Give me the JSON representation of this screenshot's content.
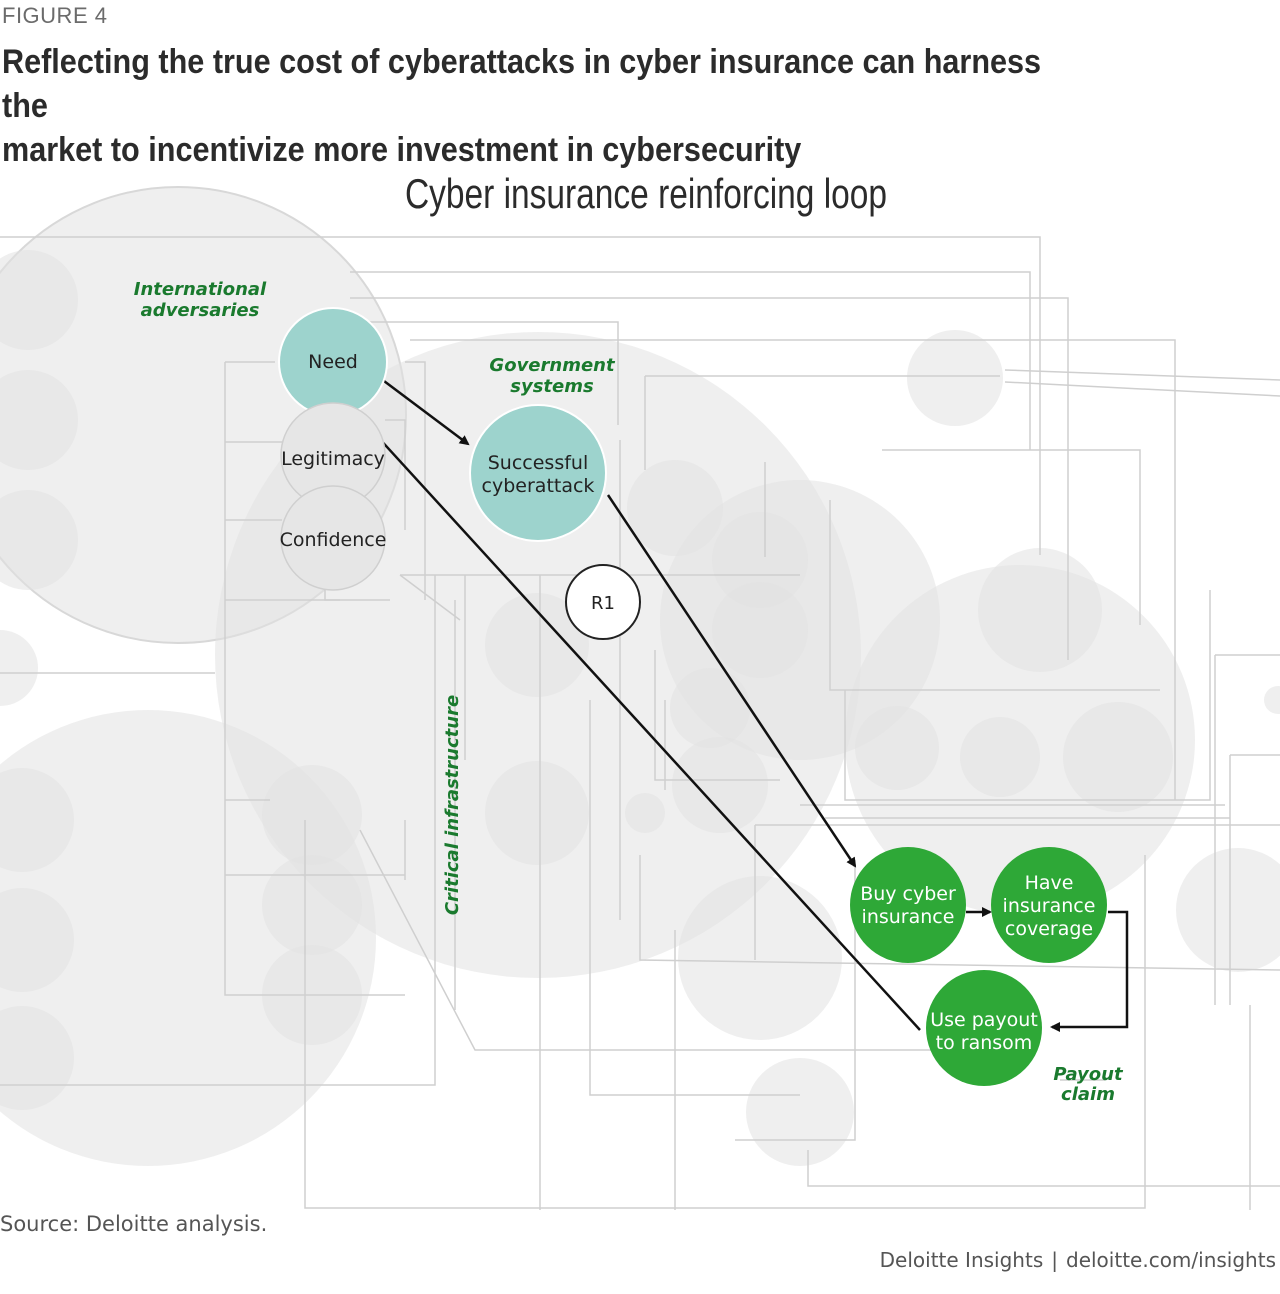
{
  "figure_label": "FIGURE 4",
  "headline": {
    "line1": "Reflecting the true cost of cyberattacks in cyber insurance can harness the",
    "line2": "market to incentivize more investment in cybersecurity"
  },
  "diagram": {
    "title": "Cyber insurance reinforcing loop",
    "region_labels": {
      "international_1": "International",
      "international_2": "adversaries",
      "government_1": "Government",
      "government_2": "systems",
      "critical": "Critical infrastructure",
      "payout_1": "Payout",
      "payout_2": "claim"
    },
    "nodes": {
      "need": "Need",
      "legitimacy": "Legitimacy",
      "confidence": "Confidence",
      "attack_1": "Successful",
      "attack_2": "cyberattack",
      "loop": "R1",
      "buy_1": "Buy cyber",
      "buy_2": "insurance",
      "have_1": "Have",
      "have_2": "insurance",
      "have_3": "coverage",
      "payout_1": "Use payout",
      "payout_2": "to ransom"
    },
    "colors": {
      "teal": "#9dd3cd",
      "green": "#2ea837",
      "label_green": "#1a7a2e",
      "background_circle": "#e4e4e4",
      "line_gray": "#cfcfcf",
      "arrow": "#111111"
    }
  },
  "source": "Source: Deloitte analysis.",
  "footer": {
    "brand": "Deloitte Insights",
    "separator": "|",
    "url": "deloitte.com/insights"
  }
}
